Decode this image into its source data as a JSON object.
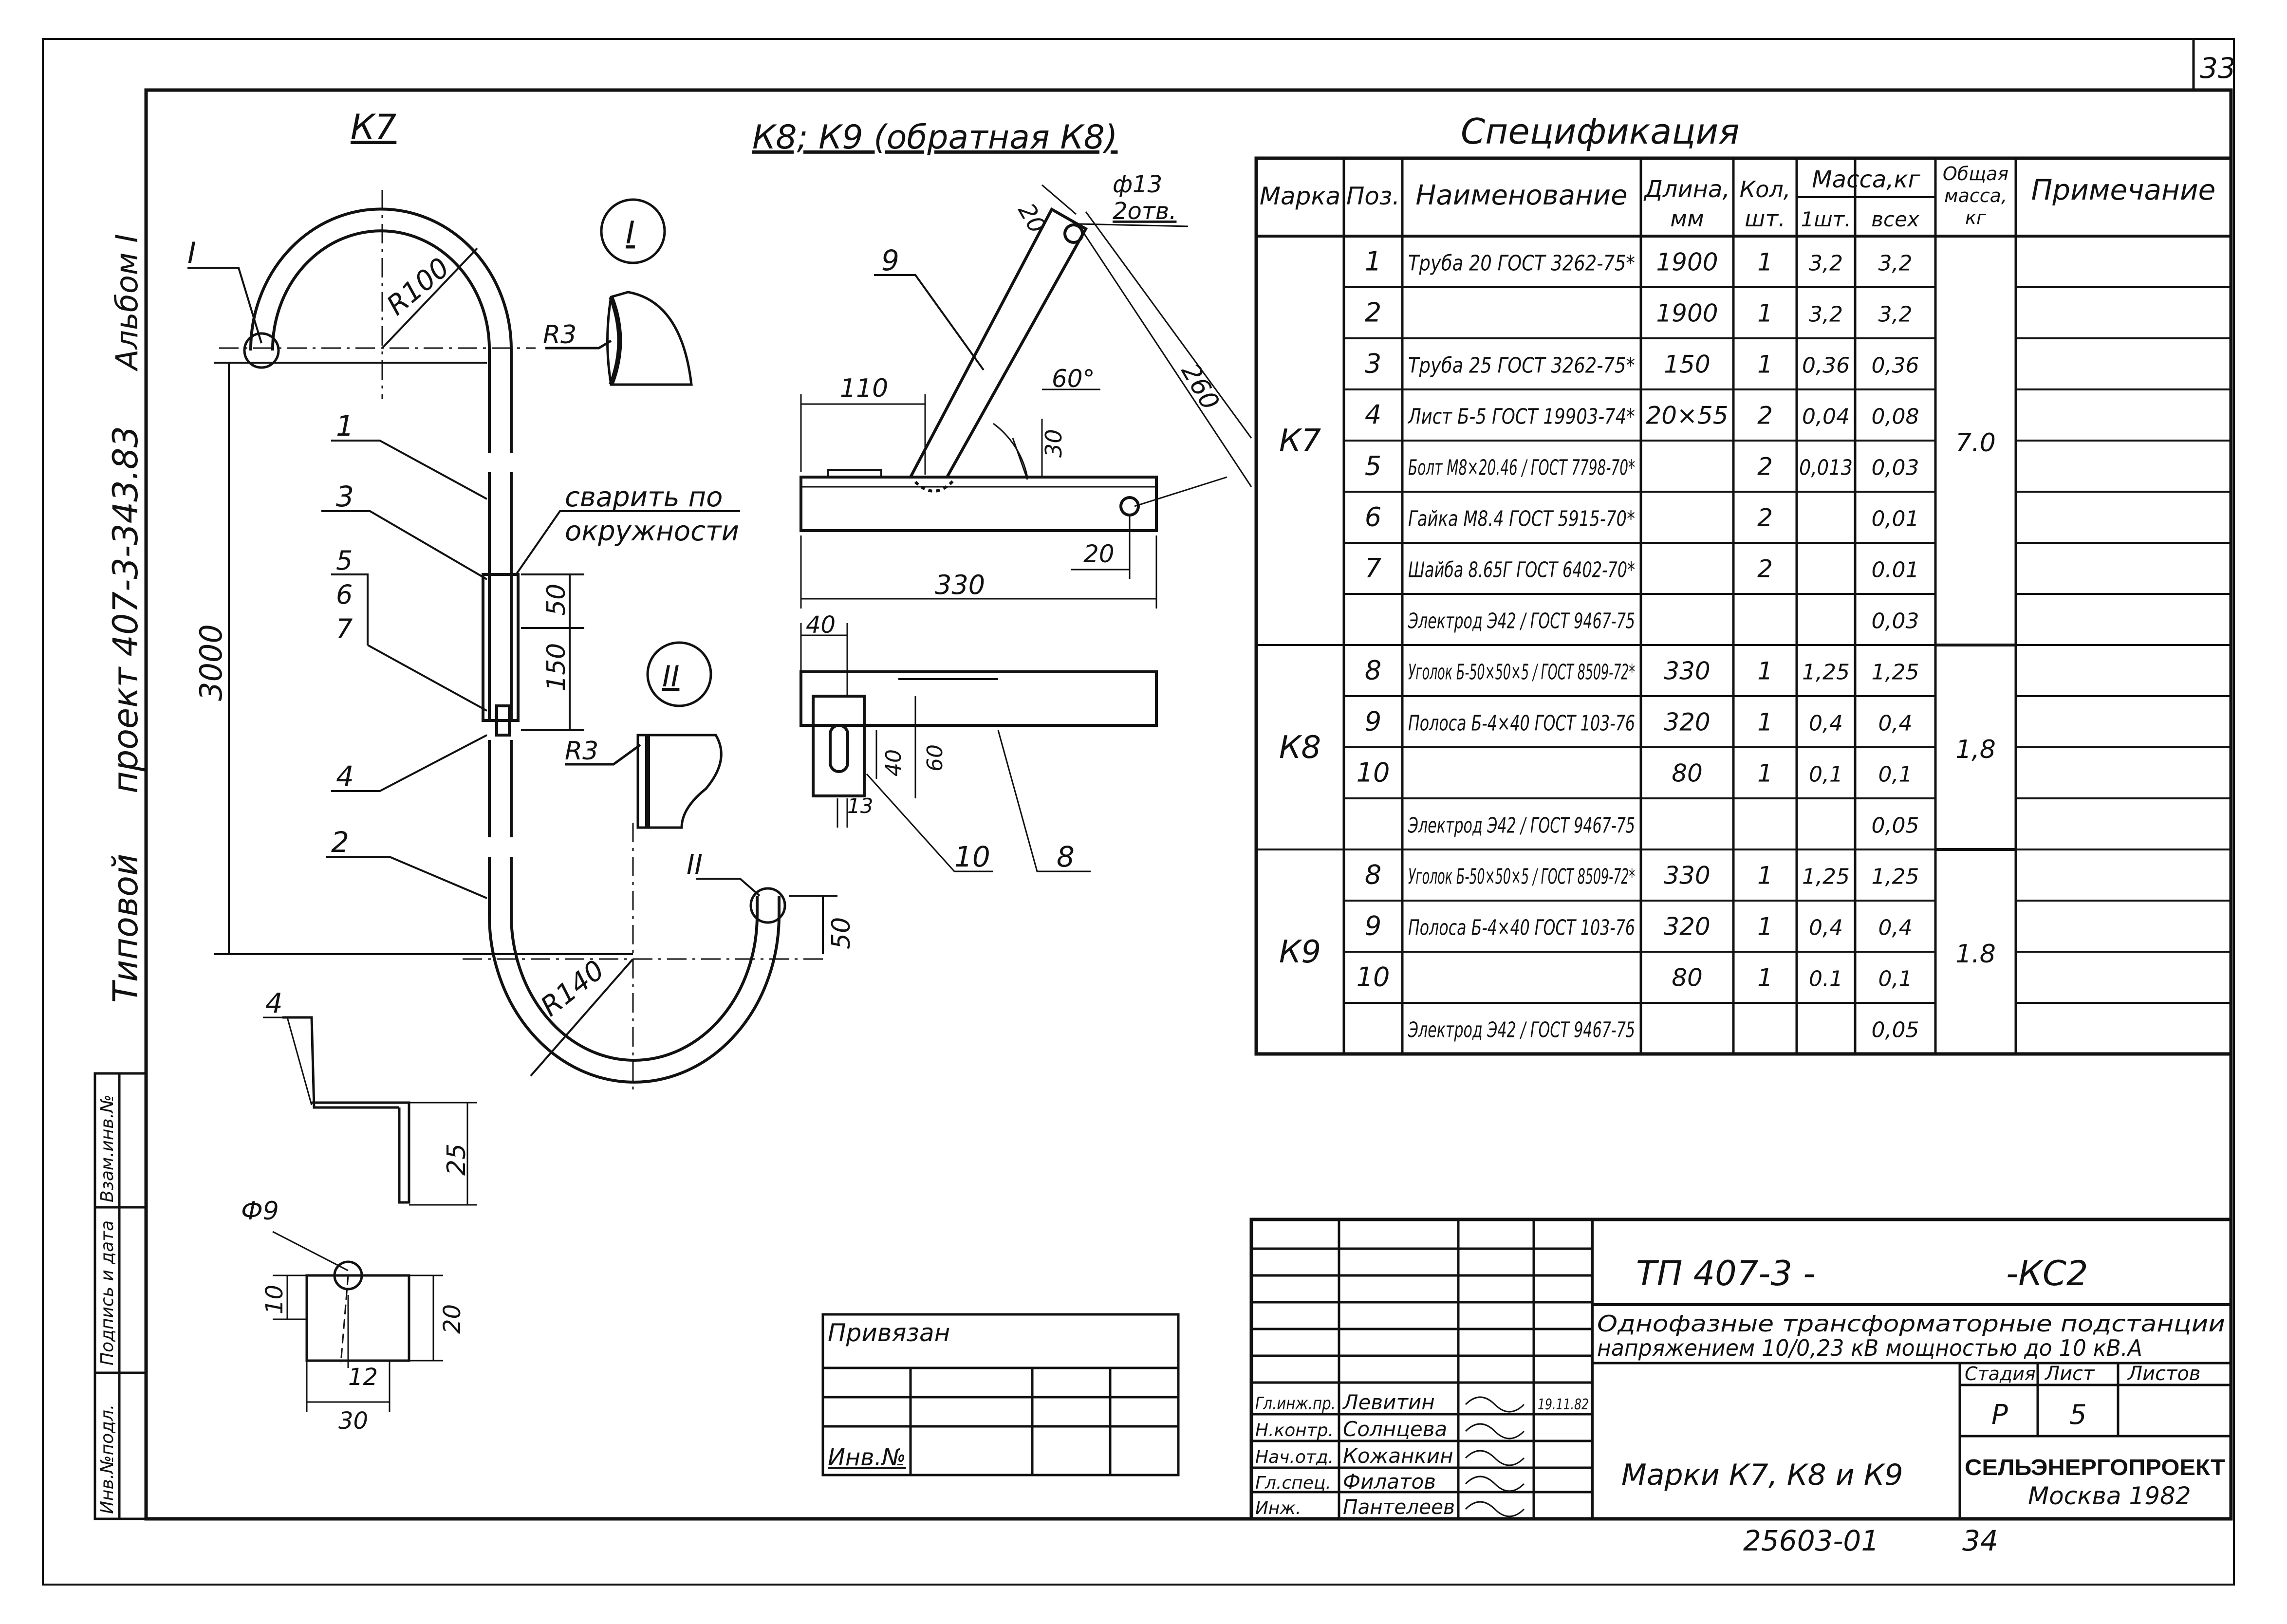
{
  "sheet": {
    "number": "33",
    "album": "Альбом I",
    "project_prefix": "Типовой",
    "project_name": "проект 407-3-343.83",
    "bottom_code": "25603-01",
    "bottom_page": "34"
  },
  "side_stamp": {
    "cells": [
      "Инв.№подл.",
      "Подпись и дата",
      "Взам.инв.№"
    ]
  },
  "views": {
    "k7_title": "К7",
    "k8_title": "К8; К9 (обратная К8)",
    "callout_I": "I",
    "callout_II": "II",
    "weld_note_1": "сварить по",
    "weld_note_2": "окружности"
  },
  "dims": {
    "r100": "R100",
    "r140": "R140",
    "r3a": "R3",
    "r3b": "R3",
    "d3000": "3000",
    "d50a": "50",
    "d150": "150",
    "d50b": "50",
    "d25": "25",
    "phi9": "Ф9",
    "d10": "10",
    "d20a": "20",
    "d12": "12",
    "d30a": "30",
    "phi13_1": "ф13",
    "phi13_2": "2отв.",
    "d20b": "20",
    "d260": "260",
    "d110": "110",
    "a60": "60°",
    "d30b": "30",
    "d20c": "20",
    "d330": "330",
    "d40a": "40",
    "d40b": "40",
    "d60": "60",
    "d13": "13"
  },
  "leaders": {
    "p1": "1",
    "p2": "2",
    "p3": "3",
    "p4": "4",
    "p5": "5",
    "p6": "6",
    "p7": "7",
    "p4b": "4",
    "p9": "9",
    "p10": "10",
    "p8": "8",
    "cI": "I",
    "cII": "II"
  },
  "spec": {
    "title": "Спецификация",
    "headers": {
      "mark": "Марка",
      "pos": "Поз.",
      "name": "Наименование",
      "length_1": "Длина,",
      "length_2": "мм",
      "qty_1": "Кол,",
      "qty_2": "шт.",
      "mass": "Масса,кг",
      "mass_one": "1шт.",
      "mass_all": "всех",
      "total_1": "Общая",
      "total_2": "масса,",
      "total_3": "кг",
      "note": "Примечание"
    },
    "groups": [
      {
        "mark": "К7",
        "total": "7.0",
        "rows": [
          {
            "pos": "1",
            "name": "Труба 20 ГОСТ 3262-75*",
            "len": "1900",
            "qty": "1",
            "m1": "3,2",
            "mall": "3,2"
          },
          {
            "pos": "2",
            "name": "",
            "len": "1900",
            "qty": "1",
            "m1": "3,2",
            "mall": "3,2"
          },
          {
            "pos": "3",
            "name": "Труба 25 ГОСТ 3262-75*",
            "len": "150",
            "qty": "1",
            "m1": "0,36",
            "mall": "0,36"
          },
          {
            "pos": "4",
            "name": "Лист Б-5 ГОСТ 19903-74*",
            "len": "20×55",
            "qty": "2",
            "m1": "0,04",
            "mall": "0,08"
          },
          {
            "pos": "5",
            "name": "Болт М8×20.46 / ГОСТ 7798-70*",
            "len": "",
            "qty": "2",
            "m1": "0,013",
            "mall": "0,03"
          },
          {
            "pos": "6",
            "name": "Гайка М8.4 ГОСТ 5915-70*",
            "len": "",
            "qty": "2",
            "m1": "",
            "mall": "0,01"
          },
          {
            "pos": "7",
            "name": "Шайба 8.65Г ГОСТ 6402-70*",
            "len": "",
            "qty": "2",
            "m1": "",
            "mall": "0.01"
          },
          {
            "pos": "",
            "name": "Электрод Э42 / ГОСТ 9467-75",
            "len": "",
            "qty": "",
            "m1": "",
            "mall": "0,03"
          }
        ]
      },
      {
        "mark": "К8",
        "total": "1,8",
        "rows": [
          {
            "pos": "8",
            "name": "Уголок Б-50×50×5 / ГОСТ 8509-72*",
            "len": "330",
            "qty": "1",
            "m1": "1,25",
            "mall": "1,25"
          },
          {
            "pos": "9",
            "name": "Полоса Б-4×40 ГОСТ 103-76",
            "len": "320",
            "qty": "1",
            "m1": "0,4",
            "mall": "0,4"
          },
          {
            "pos": "10",
            "name": "",
            "len": "80",
            "qty": "1",
            "m1": "0,1",
            "mall": "0,1"
          },
          {
            "pos": "",
            "name": "Электрод Э42 / ГОСТ 9467-75",
            "len": "",
            "qty": "",
            "m1": "",
            "mall": "0,05"
          }
        ]
      },
      {
        "mark": "К9",
        "total": "1.8",
        "rows": [
          {
            "pos": "8",
            "name": "Уголок Б-50×50×5 / ГОСТ 8509-72*",
            "len": "330",
            "qty": "1",
            "m1": "1,25",
            "mall": "1,25"
          },
          {
            "pos": "9",
            "name": "Полоса Б-4×40 ГОСТ 103-76",
            "len": "320",
            "qty": "1",
            "m1": "0,4",
            "mall": "0,4"
          },
          {
            "pos": "10",
            "name": "",
            "len": "80",
            "qty": "1",
            "m1": "0.1",
            "mall": "0,1"
          },
          {
            "pos": "",
            "name": "Электрод Э42 / ГОСТ 9467-75",
            "len": "",
            "qty": "",
            "m1": "",
            "mall": "0,05"
          }
        ]
      }
    ]
  },
  "privyazan": {
    "title": "Привязан",
    "inv": "Инв.№"
  },
  "title_block": {
    "doc_left": "ТП 407-3 -",
    "doc_right": "-КС2",
    "desc_1": "Однофазные трансформаторные подстанции",
    "desc_2": "напряжением 10/0,23 кВ мощностью до 10 кВ.А",
    "stage_h": "Стадия",
    "sheet_h": "Лист",
    "sheets_h": "Листов",
    "stage": "Р",
    "sheet": "5",
    "roles": [
      {
        "role": "Гл.инж.пр.",
        "name": "Левитин",
        "date": "19.11.82"
      },
      {
        "role": "Н.контр.",
        "name": "Солнцева",
        "date": ""
      },
      {
        "role": "Нач.отд.",
        "name": "Кожанкин",
        "date": ""
      },
      {
        "role": "Гл.спец.",
        "name": "Филатов",
        "date": ""
      },
      {
        "role": "Инж.",
        "name": "Пантелеев",
        "date": ""
      }
    ],
    "drawing_title": "Марки К7, К8 и К9",
    "org_1": "СЕЛЬЭНЕРГОПРОЕКТ",
    "org_2": "Москва 1982"
  }
}
